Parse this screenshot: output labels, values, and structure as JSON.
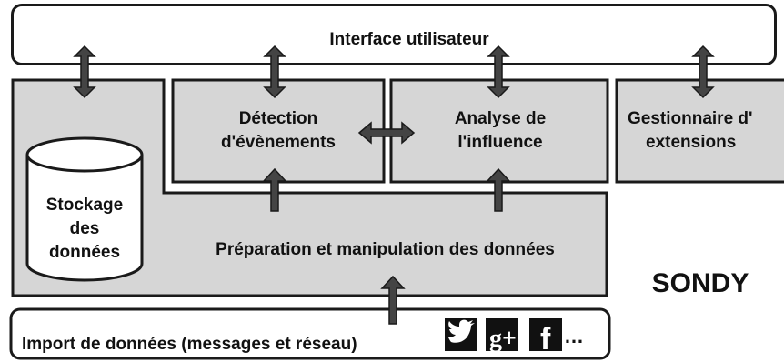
{
  "diagram": {
    "interface": "Interface utilisateur",
    "detection_line1": "Détection",
    "detection_line2": "d'évènements",
    "influence_line1": "Analyse de",
    "influence_line2": "l'influence",
    "extensions_line1": "Gestionnaire d'",
    "extensions_line2": "extensions",
    "storage_line1": "Stockage",
    "storage_line2": "des",
    "storage_line3": "données",
    "preparation": "Préparation et manipulation des données",
    "import": "Import de données (messages et réseau)",
    "ellipsis": "…",
    "product_name": "SONDY",
    "social_icons": [
      "twitter-icon",
      "google-plus-icon",
      "facebook-icon"
    ],
    "google_plus_text": "g+",
    "facebook_text": "f"
  },
  "colors": {
    "fill": "#d6d6d6",
    "stroke": "#1a1a1a",
    "arrow": "#444444"
  }
}
